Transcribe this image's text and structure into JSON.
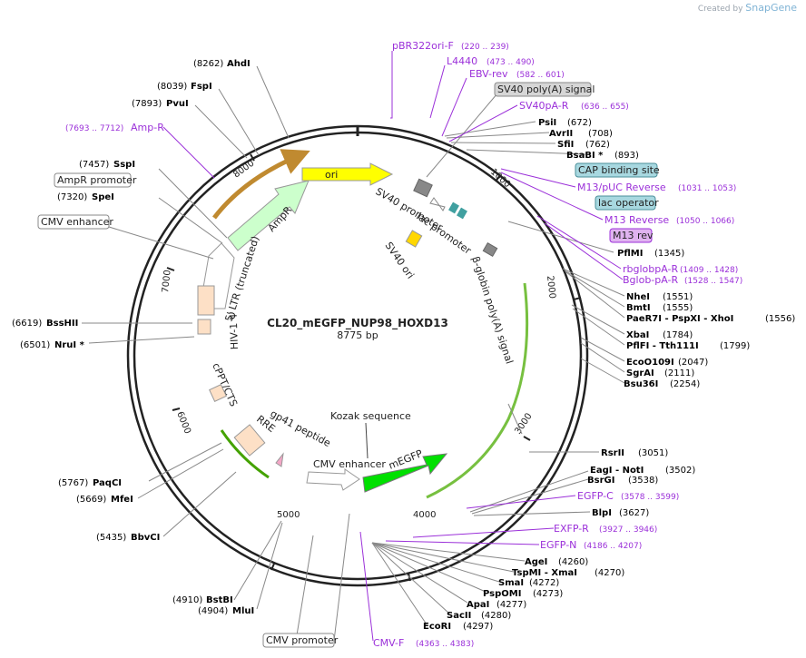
{
  "watermark": {
    "created_by": "Created by",
    "brand": "SnapGene"
  },
  "plasmid": {
    "name": "CL20_mEGFP_NUP98_HOXD13",
    "length": "8775 bp",
    "total_bp": 8775
  },
  "tick_labels": [
    "1000",
    "2000",
    "3000",
    "4000",
    "5000",
    "6000",
    "7000",
    "8000"
  ],
  "enzymes": [
    {
      "name": "AhdI",
      "pos": "(8262)"
    },
    {
      "name": "FspI",
      "pos": "(8039)"
    },
    {
      "name": "PvuI",
      "pos": "(7893)"
    },
    {
      "name": "SspI",
      "pos": "(7457)"
    },
    {
      "name": "SpeI",
      "pos": "(7320)"
    },
    {
      "name": "BssHII",
      "pos": "(6619)"
    },
    {
      "name": "NruI *",
      "pos": "(6501)"
    },
    {
      "name": "PaqCI",
      "pos": "(5767)"
    },
    {
      "name": "MfeI",
      "pos": "(5669)"
    },
    {
      "name": "BbvCI",
      "pos": "(5435)"
    },
    {
      "name": "BstBI",
      "pos": "(4910)"
    },
    {
      "name": "MluI",
      "pos": "(4904)"
    },
    {
      "name": "PsiI",
      "pos": "(672)"
    },
    {
      "name": "AvrII",
      "pos": "(708)"
    },
    {
      "name": "SfiI",
      "pos": "(762)"
    },
    {
      "name": "BsaBI *",
      "pos": "(893)"
    },
    {
      "name": "PflMI",
      "pos": "(1345)"
    },
    {
      "name": "NheI",
      "pos": "(1551)"
    },
    {
      "name": "BmtI",
      "pos": "(1555)"
    },
    {
      "name": "PaeR7I  -  PspXI  -  XhoI",
      "pos": "(1556)"
    },
    {
      "name": "XbaI",
      "pos": "(1784)"
    },
    {
      "name": "PflFI  -  Tth111I",
      "pos": "(1799)"
    },
    {
      "name": "EcoO109I",
      "pos": "(2047)"
    },
    {
      "name": "SgrAI",
      "pos": "(2111)"
    },
    {
      "name": "Bsu36I",
      "pos": "(2254)"
    },
    {
      "name": "RsrII",
      "pos": "(3051)"
    },
    {
      "name": "EagI  -  NotI",
      "pos": "(3502)"
    },
    {
      "name": "BsrGI",
      "pos": "(3538)"
    },
    {
      "name": "BlpI",
      "pos": "(3627)"
    },
    {
      "name": "AgeI",
      "pos": "(4260)"
    },
    {
      "name": "TspMI  -  XmaI",
      "pos": "(4270)"
    },
    {
      "name": "SmaI",
      "pos": "(4272)"
    },
    {
      "name": "PspOMI",
      "pos": "(4273)"
    },
    {
      "name": "ApaI",
      "pos": "(4277)"
    },
    {
      "name": "SacII",
      "pos": "(4280)"
    },
    {
      "name": "EcoRI",
      "pos": "(4297)"
    }
  ],
  "primers": [
    {
      "name": "pBR322ori-F",
      "range": "(220 .. 239)"
    },
    {
      "name": "L4440",
      "range": "(473 .. 490)"
    },
    {
      "name": "EBV-rev",
      "range": "(582 .. 601)"
    },
    {
      "name": "SV40pA-R",
      "range": "(636 .. 655)"
    },
    {
      "name": "M13/pUC Reverse",
      "range": "(1031 .. 1053)"
    },
    {
      "name": "M13 Reverse",
      "range": "(1050 .. 1066)"
    },
    {
      "name": "rbglobpA-R",
      "range": "(1409 .. 1428)"
    },
    {
      "name": "Bglob-pA-R",
      "range": "(1528 .. 1547)"
    },
    {
      "name": "EGFP-C",
      "range": "(3578 .. 3599)"
    },
    {
      "name": "EXFP-R",
      "range": "(3927 .. 3946)"
    },
    {
      "name": "EGFP-N",
      "range": "(4186 .. 4207)"
    },
    {
      "name": "CMV-F",
      "range": "(4363 .. 4383)"
    },
    {
      "name": "Amp-R",
      "range": "(7693 .. 7712)"
    }
  ],
  "boxed_labels": [
    {
      "text": "SV40 poly(A) signal",
      "style": "gray"
    },
    {
      "text": "CAP binding site",
      "style": "teal"
    },
    {
      "text": "lac operator",
      "style": "teal"
    },
    {
      "text": "M13 rev",
      "style": "purple"
    },
    {
      "text": "AmpR promoter",
      "style": "white"
    },
    {
      "text": "CMV enhancer",
      "style": "white"
    },
    {
      "text": "CMV promoter",
      "style": "white"
    }
  ],
  "features": [
    {
      "text": "ori"
    },
    {
      "text": "AmpR"
    },
    {
      "text": "SV40 promoter"
    },
    {
      "text": "lac promoter"
    },
    {
      "text": "SV40 ori"
    },
    {
      "text": "β-globin poly(A) signal"
    },
    {
      "text": "5' LTR (truncated)"
    },
    {
      "text": "HIV-1 Ψ"
    },
    {
      "text": "cPPT/CTS"
    },
    {
      "text": "RRE"
    },
    {
      "text": "gp41 peptide"
    },
    {
      "text": "Kozak sequence"
    },
    {
      "text": "CMV enhancer"
    },
    {
      "text": "mEGFP"
    }
  ],
  "colors": {
    "enzyme": "#000000",
    "primer": "#9b30d9",
    "ring": "#222222"
  }
}
